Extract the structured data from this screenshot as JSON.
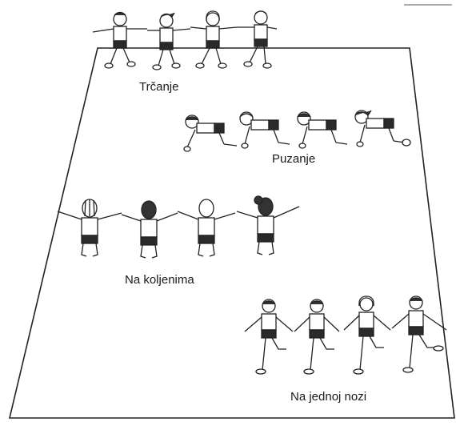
{
  "groups": [
    {
      "label": "Trčanje"
    },
    {
      "label": "Puzanje"
    },
    {
      "label": "Na koljenima"
    },
    {
      "label": "Na jednoj nozi"
    }
  ],
  "colors": {
    "ink": "#222222",
    "shorts": "#2a2a2a",
    "paper": "#ffffff"
  }
}
